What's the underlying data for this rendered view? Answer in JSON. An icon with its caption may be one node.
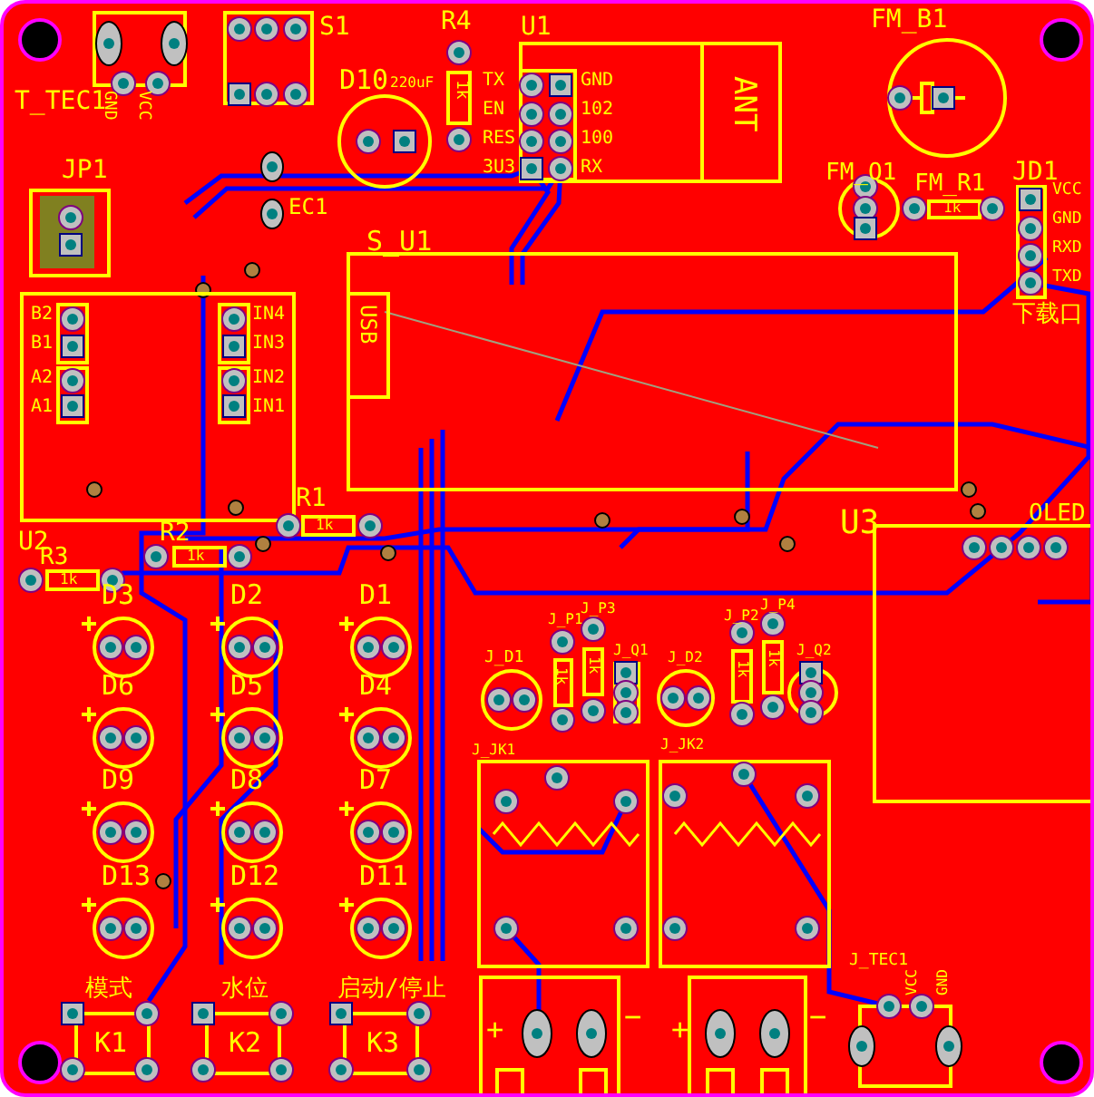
{
  "diagram": {
    "nodes": [
      {
        "text": [
          "T_TEC1"
        ]
      },
      {
        "text": [
          "S1"
        ]
      },
      {
        "text": [
          "R4",
          "1k"
        ]
      },
      {
        "text": [
          "D10"
        ]
      },
      {
        "text": [
          "EC1"
        ]
      },
      {
        "text": [
          "U1"
        ]
      },
      {
        "text": [
          "ANT"
        ],
        "in": 5
      },
      {
        "text": [
          "FM_B1"
        ]
      },
      {
        "text": [
          "FM_Q1"
        ]
      },
      {
        "text": [
          "FM_R1",
          "1k"
        ]
      },
      {
        "text": [
          "JD1"
        ]
      },
      {
        "text": [
          "JP1"
        ]
      },
      {
        "text": [
          "S_U1"
        ]
      },
      {
        "text": [
          "USB"
        ],
        "in": 12
      },
      {
        "text": [
          "U2"
        ]
      },
      {
        "text": [
          "R1",
          "1k"
        ]
      },
      {
        "text": [
          "R2",
          "1k"
        ]
      },
      {
        "text": [
          "R3",
          "1k"
        ]
      },
      {
        "text": [
          "D3"
        ]
      },
      {
        "text": [
          "D2"
        ]
      },
      {
        "text": [
          "D1"
        ]
      },
      {
        "text": [
          "D6"
        ]
      },
      {
        "text": [
          "D5"
        ]
      },
      {
        "text": [
          "D4"
        ]
      },
      {
        "text": [
          "D9"
        ]
      },
      {
        "text": [
          "D8"
        ]
      },
      {
        "text": [
          "D7"
        ]
      },
      {
        "text": [
          "D13"
        ]
      },
      {
        "text": [
          "D12"
        ]
      },
      {
        "text": [
          "D11"
        ]
      },
      {
        "text": [
          "K1"
        ]
      },
      {
        "text": [
          "K2"
        ]
      },
      {
        "text": [
          "K3"
        ]
      },
      {
        "text": [
          "J_D1"
        ]
      },
      {
        "text": [
          "J_P1",
          "1k"
        ]
      },
      {
        "text": [
          "J_P3",
          "1k"
        ]
      },
      {
        "text": [
          "J_Q1"
        ]
      },
      {
        "text": [
          "J_D2"
        ]
      },
      {
        "text": [
          "J_P2",
          "1k"
        ]
      },
      {
        "text": [
          "J_P4",
          "1k"
        ]
      },
      {
        "text": [
          "J_Q2"
        ]
      },
      {
        "text": [
          "J_JK1"
        ]
      },
      {
        "text": [
          "J_JK2"
        ]
      },
      {
        "text": [],
        "shape": "box"
      },
      {
        "text": [],
        "shape": "box"
      },
      {
        "text": [
          "J_TEC1"
        ]
      },
      {
        "text": [
          "U3"
        ]
      }
    ],
    "labels": [
      "GND",
      "VCC",
      "TX",
      "EN",
      "RES",
      "3U3",
      "GND",
      "102",
      "100",
      "RX",
      "220uF",
      "VCC",
      "GND",
      "RXD",
      "TXD",
      "下载口",
      "B2",
      "IN4",
      "B1",
      "IN3",
      "A2",
      "IN2",
      "A1",
      "IN1",
      "模式",
      "水位",
      "启动/停止",
      "OLED",
      "VCC",
      "GND",
      "+",
      "−",
      "+",
      "−"
    ]
  }
}
